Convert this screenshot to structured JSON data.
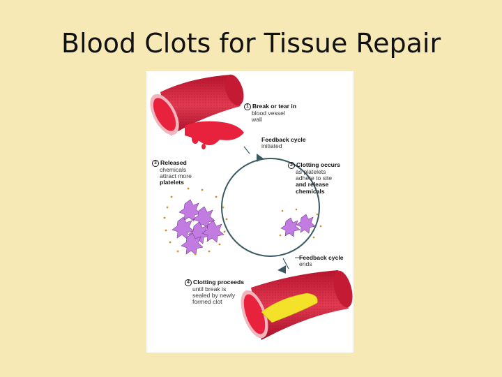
{
  "slide": {
    "title": "Blood Clots for Tissue Repair"
  },
  "diagram": {
    "step1": {
      "number": "1",
      "lines": [
        "Break or tear in",
        "blood vessel",
        "wall"
      ]
    },
    "feedback_initiated": {
      "lines": [
        "Feedback cycle",
        "initiated"
      ]
    },
    "step2": {
      "number": "2",
      "lines": [
        "Clotting occurs",
        "as platelets",
        "adhere to site",
        "and release",
        "chemicals"
      ]
    },
    "step3": {
      "number": "3",
      "lines": [
        "Released",
        "chemicals",
        "attract more",
        "platelets"
      ]
    },
    "feedback_ends": {
      "lines": [
        "Feedback cycle",
        "ends"
      ]
    },
    "step4": {
      "number": "4",
      "lines": [
        "Clotting proceeds",
        "until break is",
        "sealed by newly",
        "formed clot"
      ]
    },
    "colors": {
      "vessel": "#d8243f",
      "blood": "#e8213d",
      "clot": "#f3e12a",
      "platelet": "#c27be0",
      "cycle": "#3a5a62"
    }
  }
}
